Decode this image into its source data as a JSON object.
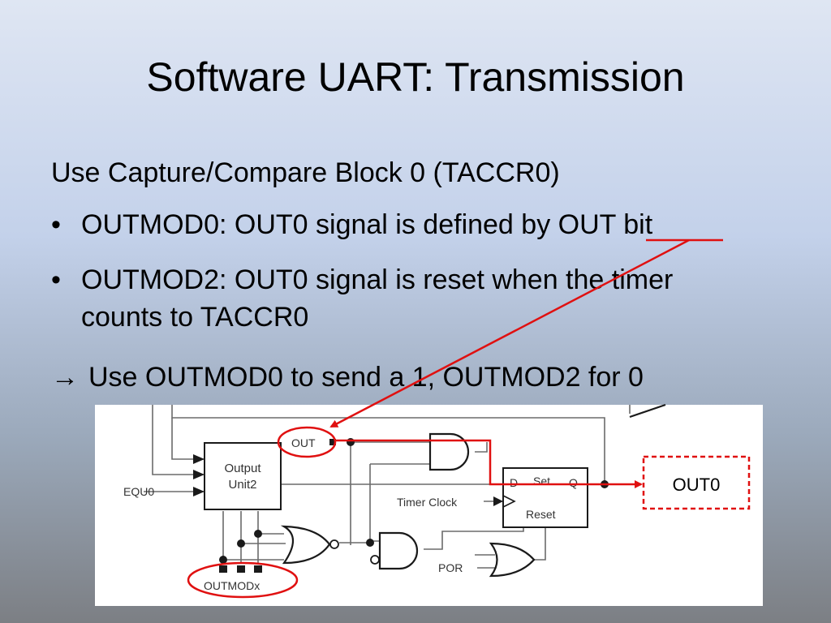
{
  "slide": {
    "title": "Software UART: Transmission",
    "intro": "Use Capture/Compare Block 0 (TACCR0)",
    "bullets": [
      {
        "marker": "•",
        "text_before": "OUTMOD0: OUT0 signal is defined by",
        "highlight": "OUT",
        "text_after": "bit"
      },
      {
        "marker": "•",
        "line1": "OUTMOD2: OUT0 signal is reset when the timer",
        "line2": "counts to TACCR0"
      }
    ],
    "conclusion_arrow": "→",
    "conclusion": "Use OUTMOD0 to send a 1, OUTMOD2 for 0"
  },
  "diagram": {
    "labels": {
      "out": "OUT",
      "equ0": "EQU0",
      "output_unit_line1": "Output",
      "output_unit_line2": "Unit2",
      "timer_clock": "Timer Clock",
      "ff_d": "D",
      "ff_set": "Set",
      "ff_q": "Q",
      "ff_reset": "Reset",
      "por": "POR",
      "outmodx": "OUTMODx",
      "out0": "OUT0"
    },
    "colors": {
      "annotation": "#e01010",
      "wire": "#555555",
      "gate_stroke": "#1a1a1a"
    }
  }
}
